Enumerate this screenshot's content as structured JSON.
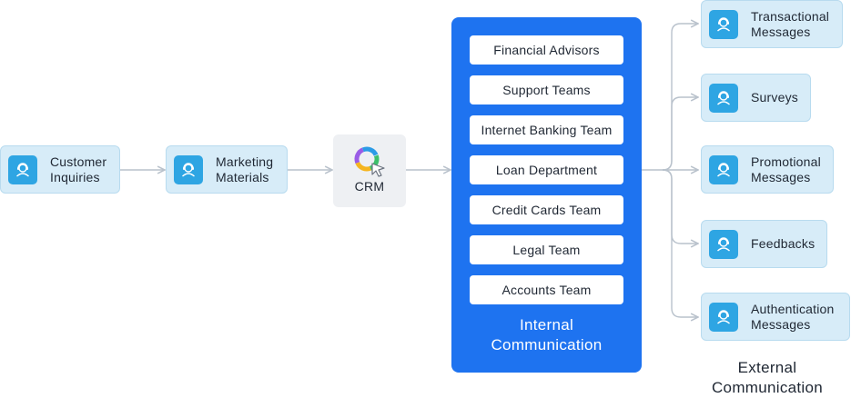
{
  "colors": {
    "node_fill": "#d7ecf8",
    "node_border": "#b8dbef",
    "icon_fill": "#2ea5e3",
    "panel_fill": "#1e73f0",
    "crm_fill": "#eef0f3",
    "connector": "#b9c2cc"
  },
  "inputs": [
    {
      "label": "Customer\nInquiries",
      "icon": "user-headset-icon"
    },
    {
      "label": "Marketing\nMaterials",
      "icon": "user-headset-icon"
    }
  ],
  "crm": {
    "label": "CRM",
    "icon": "crm-logo-icon"
  },
  "internal": {
    "title": "Internal\nCommunication",
    "teams": [
      "Financial Advisors",
      "Support Teams",
      "Internet Banking Team",
      "Loan Department",
      "Credit Cards Team",
      "Legal Team",
      "Accounts Team"
    ]
  },
  "external": {
    "title": "External\nCommunication",
    "outputs": [
      {
        "label": "Transactional\nMessages",
        "icon": "user-headset-icon"
      },
      {
        "label": "Surveys",
        "icon": "user-headset-icon"
      },
      {
        "label": "Promotional\nMessages",
        "icon": "user-headset-icon"
      },
      {
        "label": "Feedbacks",
        "icon": "user-headset-icon"
      },
      {
        "label": "Authentication\nMessages",
        "icon": "user-headset-icon"
      }
    ]
  }
}
